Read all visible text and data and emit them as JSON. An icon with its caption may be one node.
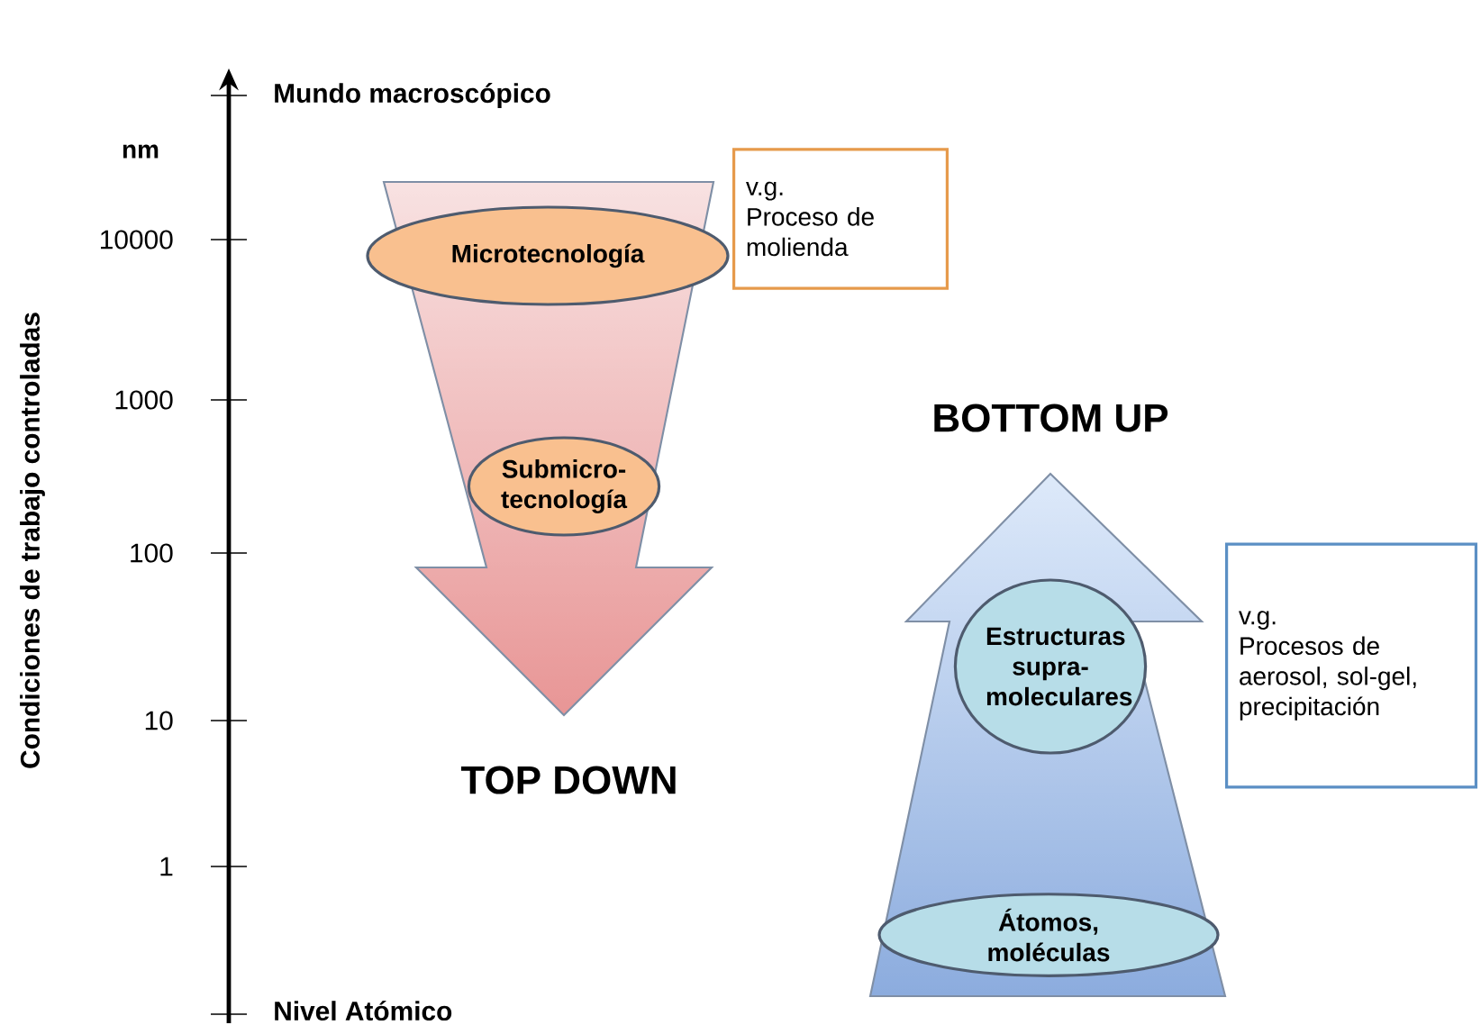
{
  "diagram": {
    "nodes": [
      {
        "text": [
          "Microtecnología"
        ]
      },
      {
        "text": [
          "v.g.",
          "Proceso de molienda"
        ]
      },
      {
        "text": [
          "Submicro-tecnología"
        ]
      },
      {
        "text": [
          "Estructuras supra-moleculares"
        ]
      },
      {
        "text": [
          "v.g.",
          "Procesos de aerosol, sol-gel, precipitación"
        ]
      },
      {
        "text": [
          "Átomos, moléculas"
        ]
      }
    ],
    "labels": [
      "Mundo macroscópico",
      "nm",
      "10000",
      "1000",
      "BOTTOM UP",
      "100",
      "10",
      "TOP DOWN",
      "1",
      "Nivel Atómico",
      "Condiciones de trabajo controladas"
    ]
  }
}
